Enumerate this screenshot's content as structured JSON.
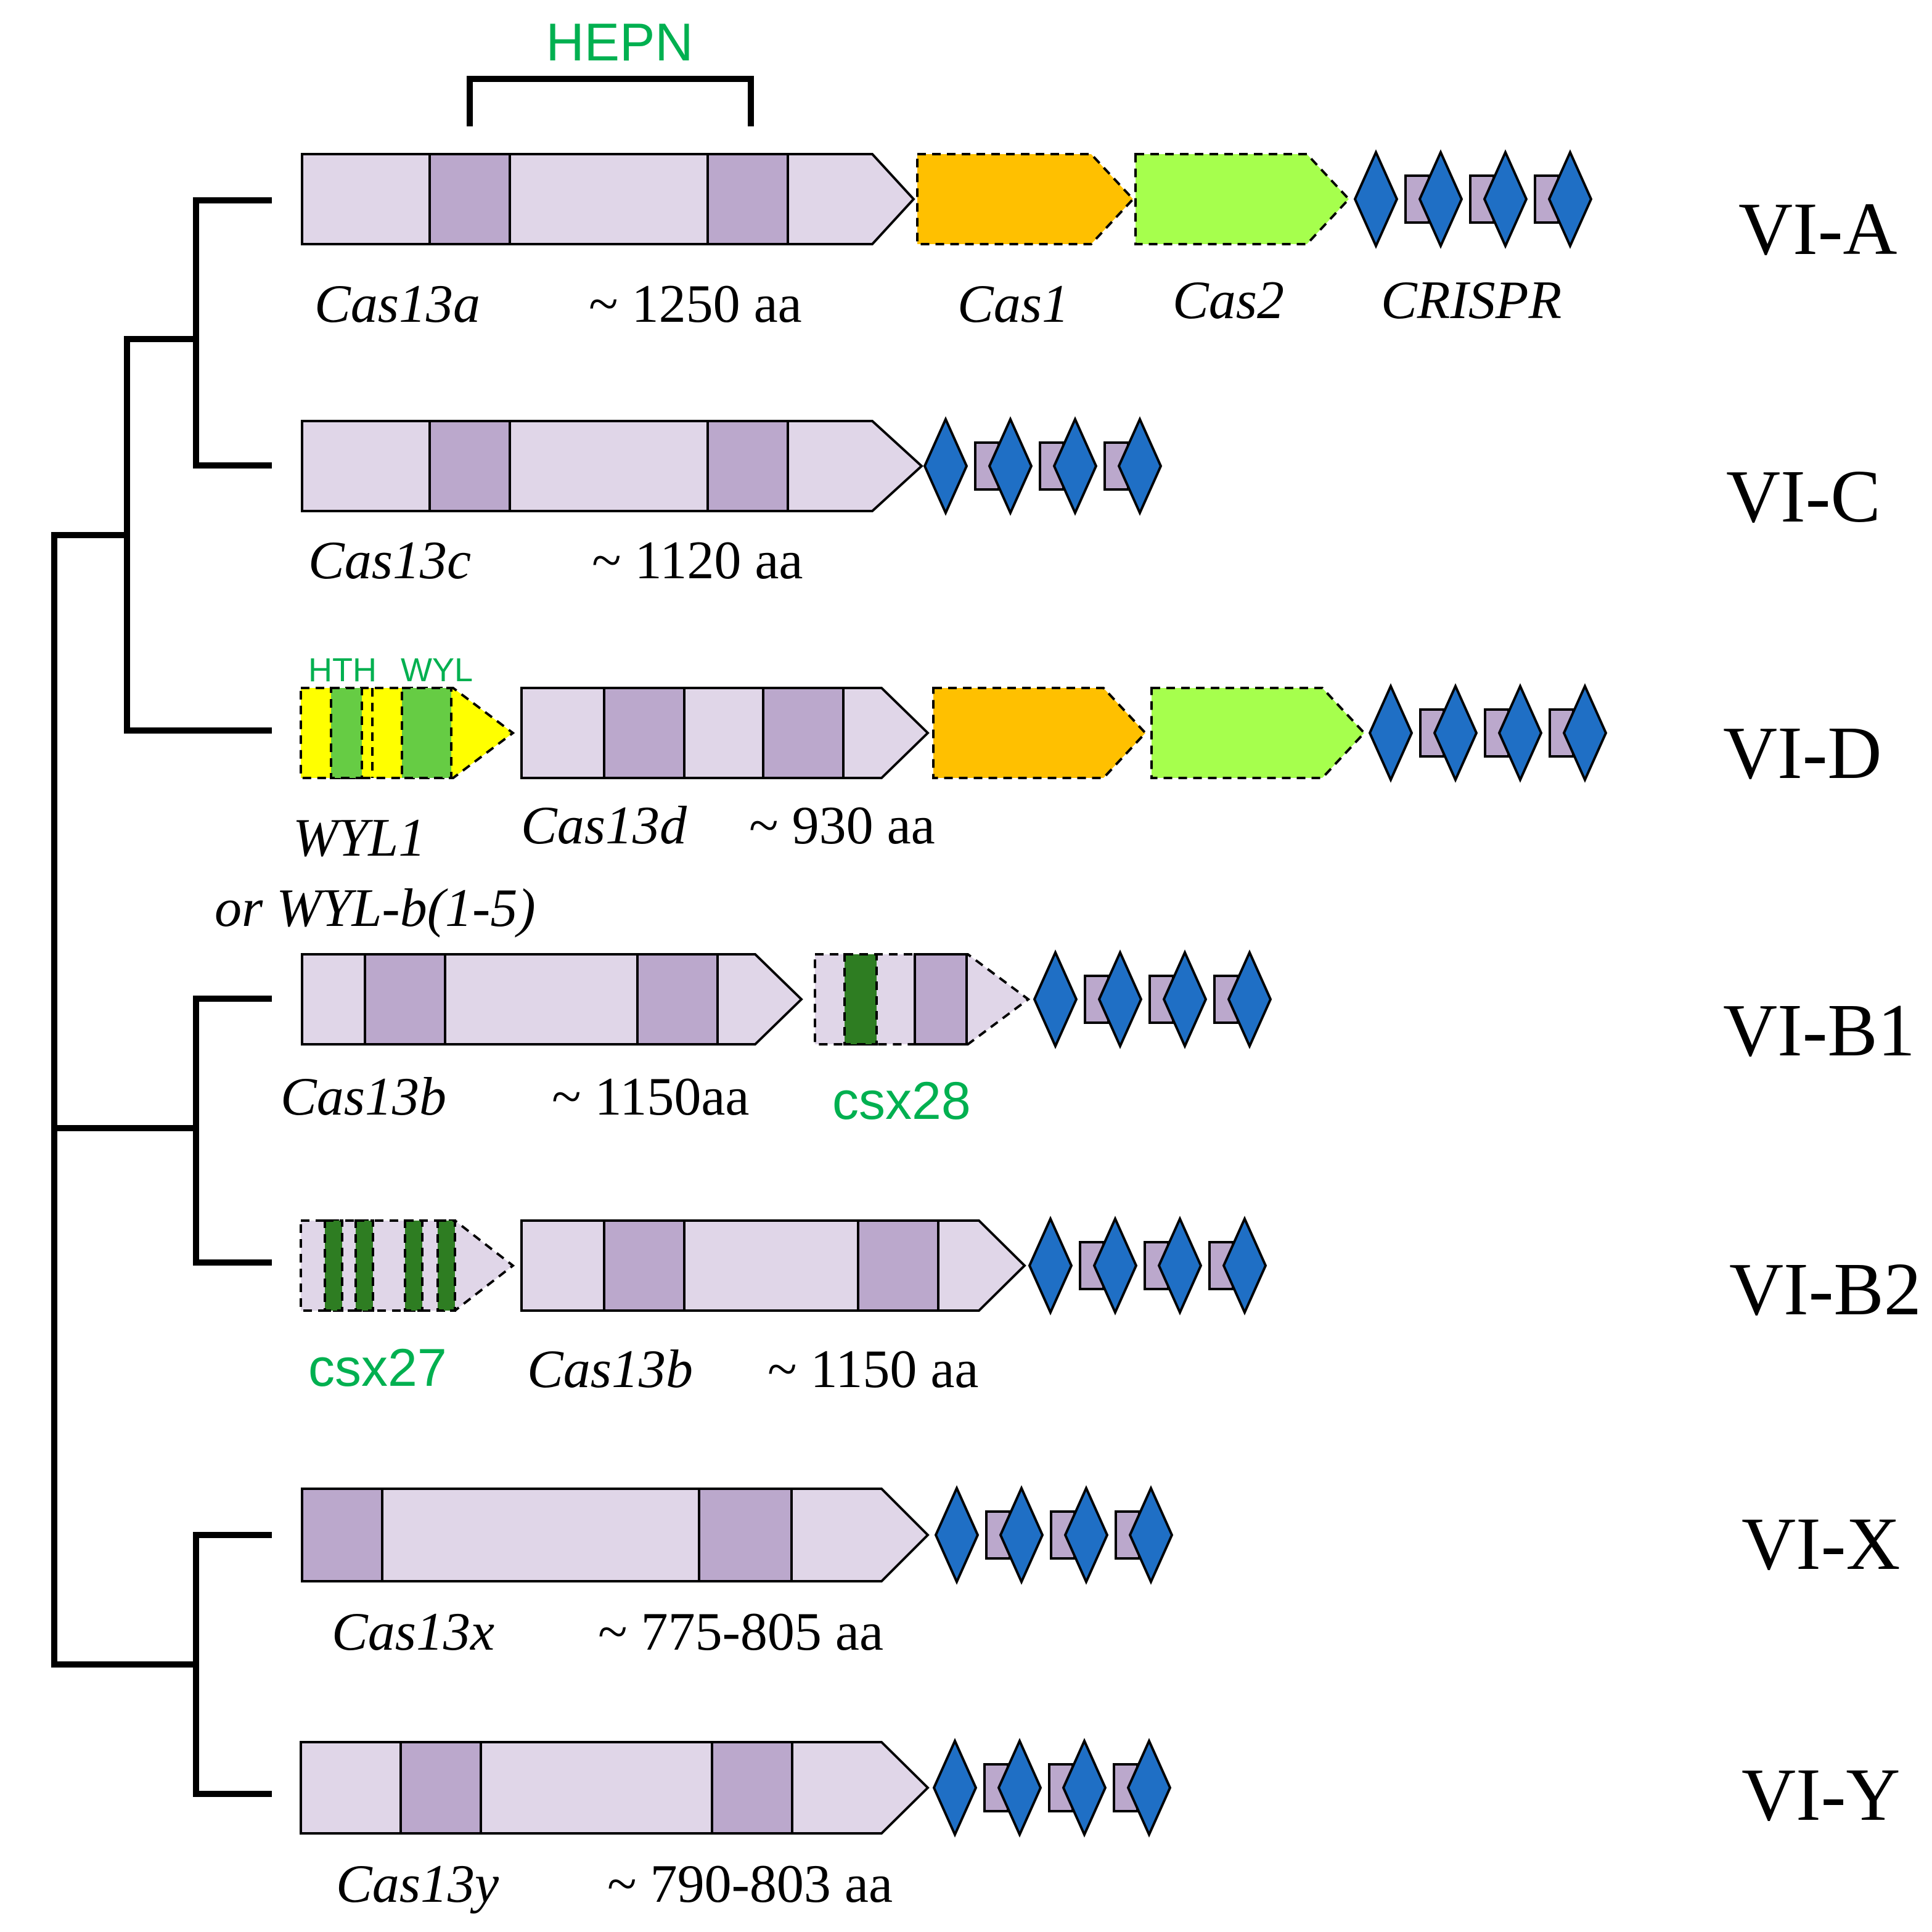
{
  "colors": {
    "cas13_light": "#e0d6e8",
    "cas13_hepn": "#bba8cc",
    "cas1": "#ffc000",
    "cas2": "#a6ff4d",
    "crispr_repeat": "#1f6fc5",
    "crispr_spacer": "#bba8cc",
    "wyl_yellow": "#ffff00",
    "wyl_green": "#66cc44",
    "csx_dark_green": "#2e7d22",
    "green_text": "#00b050"
  },
  "hepn_label": "HEPN",
  "rows": [
    {
      "type": "VI-A",
      "genes": [
        {
          "name": "Cas13a",
          "size": "~ 1250 aa"
        },
        {
          "name": "Cas1"
        },
        {
          "name": "Cas2"
        },
        {
          "name": "CRISPR"
        }
      ]
    },
    {
      "type": "VI-C",
      "genes": [
        {
          "name": "Cas13c",
          "size": "~ 1120 aa"
        }
      ]
    },
    {
      "type": "VI-D",
      "domains": [
        "HTH",
        "WYL"
      ],
      "accessory": "WYL1",
      "accessory_alt": "or WYL-b(1-5)",
      "genes": [
        {
          "name": "Cas13d",
          "size": "~ 930 aa"
        }
      ]
    },
    {
      "type": "VI-B1",
      "accessory": "csx28",
      "genes": [
        {
          "name": "Cas13b",
          "size": "~ 1150aa"
        }
      ]
    },
    {
      "type": "VI-B2",
      "accessory": "csx27",
      "genes": [
        {
          "name": "Cas13b",
          "size": "~ 1150 aa"
        }
      ]
    },
    {
      "type": "VI-X",
      "genes": [
        {
          "name": "Cas13x",
          "size": "~ 775-805 aa"
        }
      ]
    },
    {
      "type": "VI-Y",
      "genes": [
        {
          "name": "Cas13y",
          "size": "~ 790-803 aa"
        }
      ]
    }
  ]
}
